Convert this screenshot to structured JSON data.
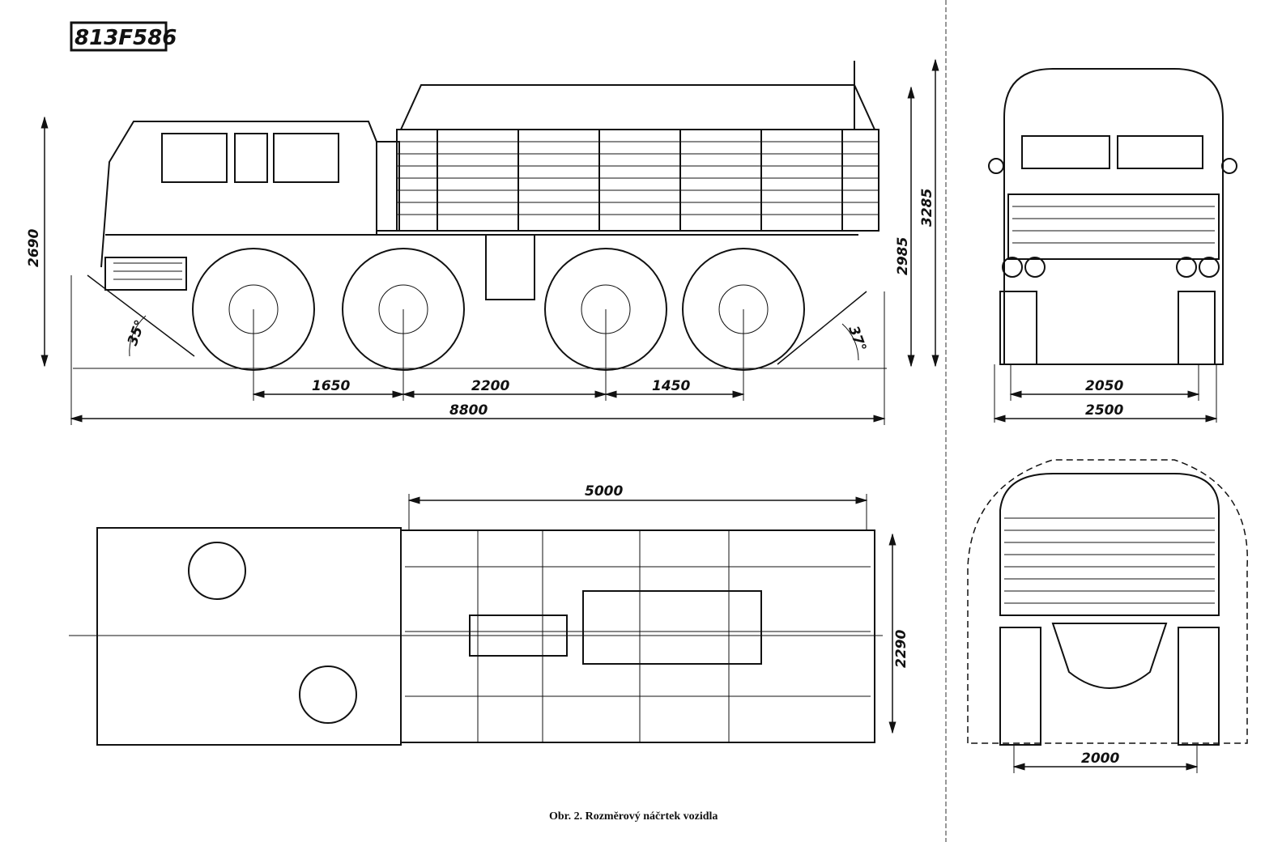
{
  "drawing_code": "813F586",
  "side_view": {
    "height_cab": "2690",
    "height_total": "3285",
    "height_bed": "2985",
    "approach_angle": "35°",
    "departure_angle": "37°",
    "wheelbase_1": "1650",
    "wheelbase_2": "2200",
    "wheelbase_3": "1450",
    "length_total": "8800"
  },
  "front_view": {
    "track": "2050",
    "width": "2500"
  },
  "top_view": {
    "bed_length": "5000",
    "bed_width": "2290"
  },
  "rear_view": {
    "track": "2000"
  },
  "caption": "Obr. 2. Rozměrový náčrtek vozidla"
}
